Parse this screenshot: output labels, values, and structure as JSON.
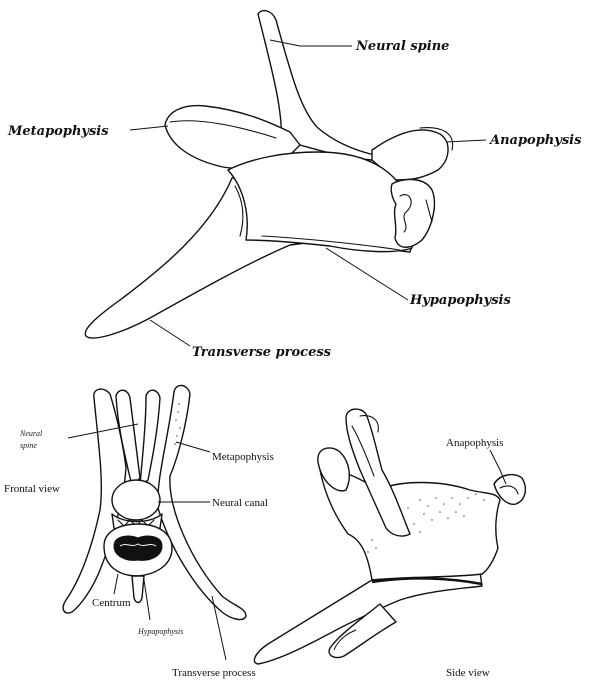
{
  "upper_figure": {
    "labels": {
      "neural_spine": "Neural spine",
      "metapophysis": "Metapophysis",
      "anapophysis": "Anapophysis",
      "hypapophysis": "Hypapophysis",
      "transverse_process": "Transverse process"
    }
  },
  "frontal_view": {
    "title": "Frontal view",
    "labels": {
      "neural_spine_line1": "Neural",
      "neural_spine_line2": "spine",
      "metapophysis": "Metapophysis",
      "neural_canal": "Neural canal",
      "centrum": "Centrum",
      "hypapophysis": "Hypapophysis",
      "transverse_process": "Transverse process"
    }
  },
  "side_view": {
    "title": "Side view",
    "labels": {
      "anapophysis": "Anapophysis"
    }
  },
  "colors": {
    "ink": "#111111",
    "background": "#ffffff"
  }
}
